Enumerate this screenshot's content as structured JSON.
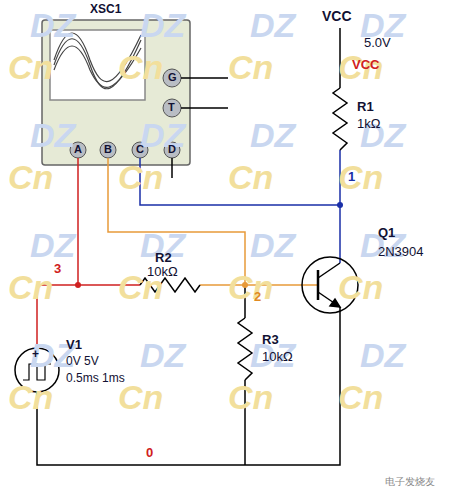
{
  "diagram": {
    "labels": [
      "XSC1",
      "G",
      "T",
      "A",
      "B",
      "C",
      "D",
      "VCC",
      "5.0V",
      "VCC",
      "R1",
      "1kΩ",
      "1",
      "Q1",
      "2N3904",
      "3",
      "R2",
      "10kΩ",
      "2",
      "R3",
      "10kΩ",
      "V1",
      "0V 5V",
      "0.5ms 1ms",
      "0",
      "+",
      "电子发烧友",
      "DZ",
      "Cn",
      "DZ",
      "Cn",
      "DZ",
      "Cn",
      "DZ",
      "Cn",
      "DZ",
      "Cn",
      "DZ",
      "Cn",
      "DZ",
      "Cn",
      "DZ",
      "Cn",
      "DZ",
      "Cn",
      "DZ",
      "Cn",
      "DZ",
      "Cn",
      "DZ",
      "Cn",
      "DZ",
      "Cn",
      "DZ",
      "Cn",
      "DZ",
      "Cn",
      "DZ",
      "Cn"
    ]
  }
}
